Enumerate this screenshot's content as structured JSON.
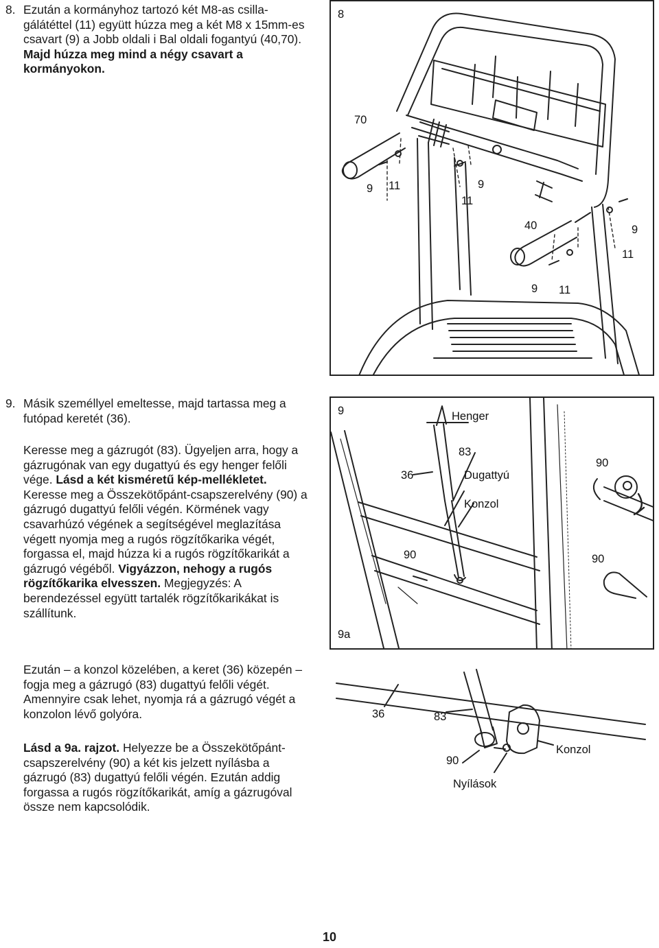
{
  "step8": {
    "number": "8.",
    "text_a": "Ezután a kormányhoz tartozó két M8-as csilla-gálátéttel (11) együtt húzza meg a két M8 x 15mm-es csavart (9) a Jobb oldali i Bal oldali fogantyú (40,70).",
    "text_b": "Majd húzza meg mind a négy csavart a kormányokon."
  },
  "figure8": {
    "number": "8",
    "labels": {
      "l70": "70",
      "l9a": "9",
      "l11a": "11",
      "l9b": "9",
      "l11b": "11",
      "l40": "40",
      "l9c": "9",
      "l11c": "11",
      "l9d": "9",
      "l11d": "11"
    }
  },
  "step9": {
    "number": "9.",
    "intro": "Másik személlyel emeltesse, majd tartassa meg a futópad keretét (36).",
    "p1_a": "Keresse meg a gázrugót (83). Ügyeljen arra, hogy a gázrugónak van egy dugattyú és egy henger felőli vége.",
    "p1_b": "Lásd a két kisméretű kép-mellékletet.",
    "p1_c": "Keresse meg a Összekötőpánt-csapszerelvény (90) a gázrugó dugattyú felőli végén. Körmének vagy csavarhúzó végének a segítségével meglazítása végett nyomja meg a rugós rögzítőkarika végét, forgassa el, majd húzza ki a rugós rögzítőkarikát a gázrugó végéből.",
    "p1_d": "Vigyázzon, nehogy a rugós rögzítőkarika elvesszen.",
    "p1_e": "Megjegyzés: A berendezéssel együtt tartalék rögzítőkarikákat is szállítunk.",
    "p2": "Ezután – a konzol közelében, a keret (36) közepén – fogja meg a gázrugó (83) dugattyú felőli végét. Amennyire csak lehet, nyomja rá a gázrugó végét a konzolon lévő golyóra.",
    "p3_a": "Lásd a 9a. rajzot.",
    "p3_b": "Helyezze be a Összekötőpánt-csapszerelvény (90) a két kis jelzett nyílásba a gázrugó (83) dugattyú felőli végén. Ezután addig forgassa a rugós rögzítőkarikát, amíg a gázrugóval össze nem kapcsolódik."
  },
  "figure9": {
    "number": "9",
    "henger": "Henger",
    "l83": "83",
    "l36": "36",
    "dugattyu": "Dugattyú",
    "konzol": "Konzol",
    "l90a": "90",
    "l90b": "90",
    "l90c": "90",
    "sub_number": "9a"
  },
  "figure9a": {
    "l36": "36",
    "l83": "83",
    "konzol": "Konzol",
    "l90": "90",
    "nyilasok": "Nyílások"
  },
  "page_number": "10"
}
